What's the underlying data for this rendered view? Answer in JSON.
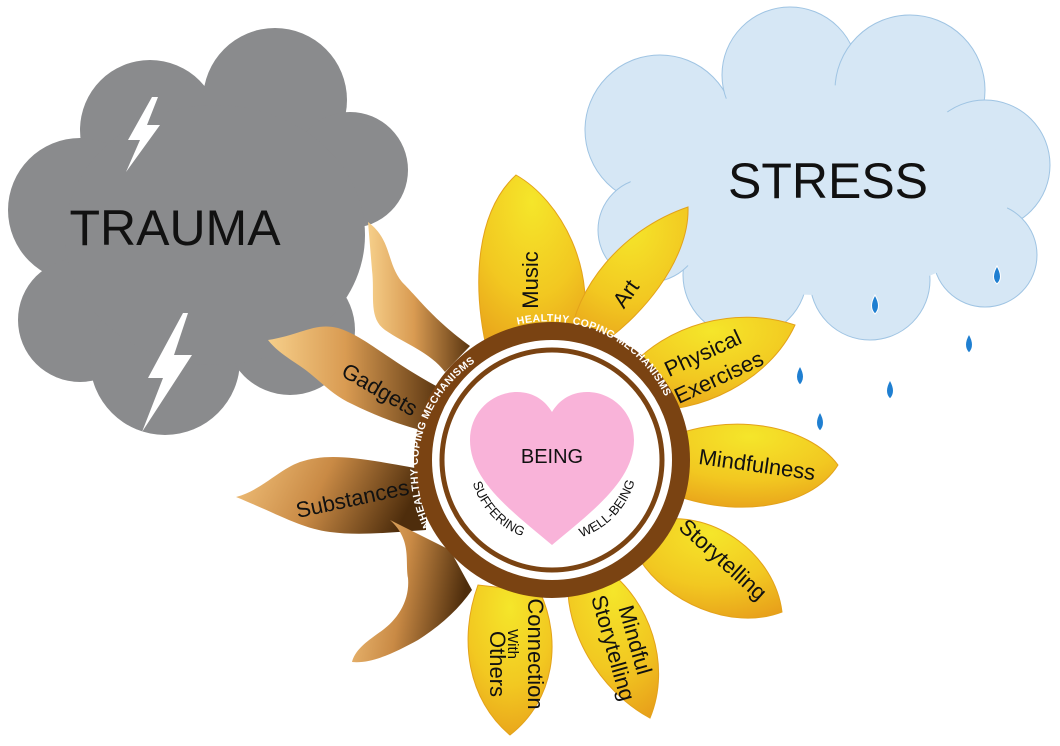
{
  "clouds": {
    "trauma": {
      "label": "TRAUMA",
      "color": "#8a8b8d"
    },
    "stress": {
      "label": "STRESS",
      "color": "#d6e7f5"
    }
  },
  "healthy_petals": [
    {
      "label": "Music"
    },
    {
      "label": "Art"
    },
    {
      "line1": "Physical",
      "line2": "Exercises"
    },
    {
      "label": "Mindfulness"
    },
    {
      "label": "Storytelling"
    },
    {
      "line1": "Mindful",
      "line2": "Storytelling"
    },
    {
      "line1": "Connection",
      "line2": "With",
      "line3": "Others"
    }
  ],
  "unhealthy_petals": [
    {
      "label": "Gadgets"
    },
    {
      "label": "Substances"
    }
  ],
  "ring": {
    "healthy": "HEALTHY COPING MECHANISMS",
    "unhealthy": "UNHEALTHY COPING MECHANISMS",
    "color": "#7a4312"
  },
  "center": {
    "heart": "BEING",
    "left": "SUFFERING",
    "right": "WELL-BEING",
    "heart_color": "#f9b3d9"
  },
  "colors": {
    "petal_light": "#f5e62a",
    "petal_dark": "#e9a81c",
    "unhealthy_light": "#f3c37c",
    "unhealthy_dark": "#5a3510",
    "rain": "#1f7fd1",
    "bolt": "#ffffff"
  }
}
